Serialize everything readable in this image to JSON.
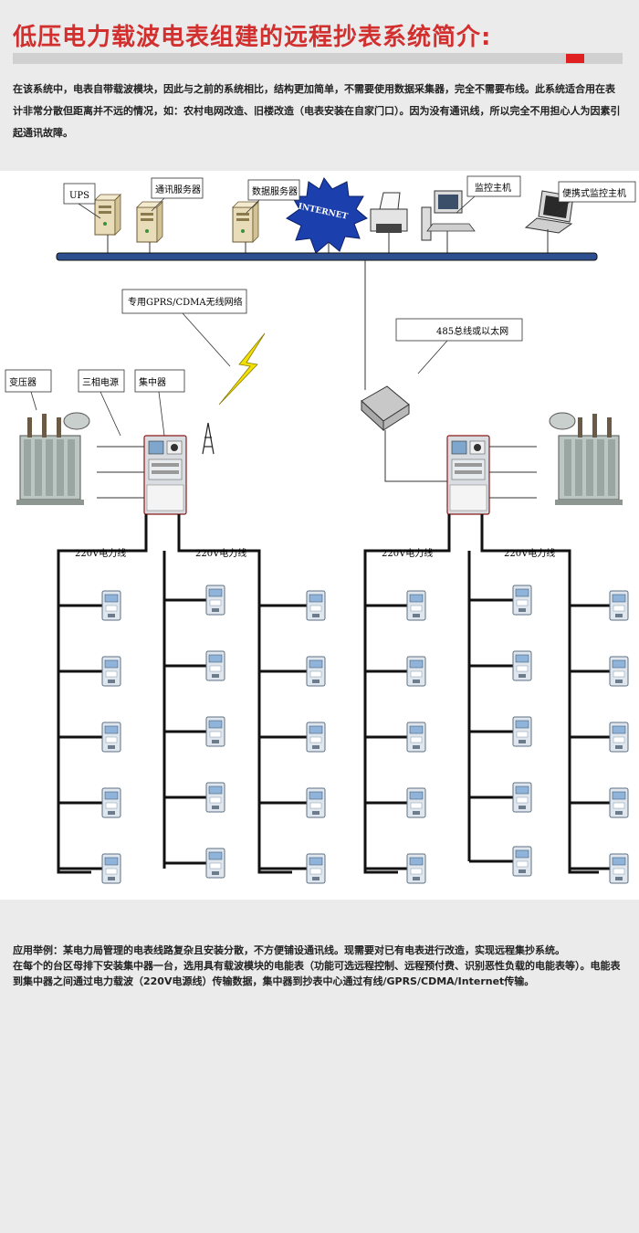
{
  "title": "低压电力载波电表组建的远程抄表系统简介:",
  "intro": "在该系统中，电表自带载波模块，因此与之前的系统相比，结构更加简单，不需要使用数据采集器，完全不需要布线。此系统适合用在表计非常分散但距离并不远的情况，如：农村电网改造、旧楼改造（电表安装在自家门口）。因为没有通讯线，所以完全不用担心人为因素引起通讯故障。",
  "diagram": {
    "labels": {
      "ups": "UPS",
      "comm_server": "通讯服务器",
      "data_server": "数据服务器",
      "internet": "INTERNET",
      "monitor_host": "监控主机",
      "portable_host": "便携式监控主机",
      "wireless": "专用GPRS/CDMA无线网络",
      "bus485": "485总线或以太网",
      "transformer": "变压器",
      "three_phase": "三相电源",
      "concentrator": "集中器",
      "power_line": "220V电力线"
    }
  },
  "example": {
    "line1": "应用举例：某电力局管理的电表线路复杂且安装分散，不方便铺设通讯线。现需要对已有电表进行改造，实现远程集抄系统。",
    "line2": "在每个的台区母排下安装集中器一台，选用具有载波模块的电能表（功能可选远程控制、远程预付费、识别恶性负载的电能表等）。电能表到集中器之间通过电力载波（220V电源线）传输数据，集中器到抄表中心通过有线/GPRS/CDMA/Internet传输。"
  },
  "colors": {
    "title": "#d22f2f",
    "accent": "#e02020",
    "bus": "#2e4f8f",
    "bolt": "#f2e000"
  }
}
